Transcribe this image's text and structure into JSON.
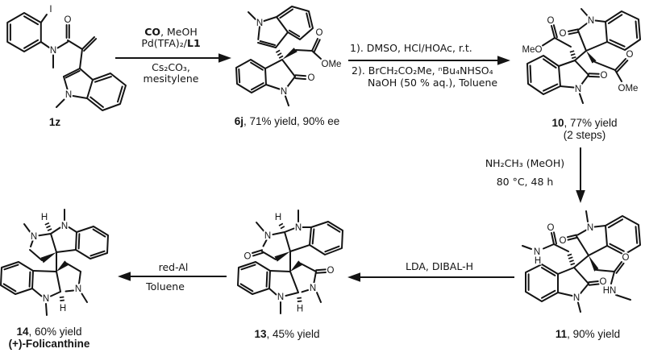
{
  "compounds": {
    "c1z": {
      "caption_id": "1z",
      "labels": {
        "iodine": "I",
        "carbonyl_o": "O",
        "amide_n": "N",
        "indole_n": "N"
      }
    },
    "c6j": {
      "caption_id": "6j",
      "caption_rest": ", 71% yield, 90% ee",
      "labels": {
        "indole_n": "N",
        "ester_carbonyl_o": "O",
        "ester_ome": "OMe",
        "lactam_o": "O",
        "lactam_n": "N"
      }
    },
    "c10": {
      "caption_id": "10",
      "caption_rest": ", 77% yield",
      "caption_note": "(2 steps)",
      "labels": {
        "left_ester_o": "O",
        "left_ester_meo": "MeO",
        "upper_lactam_o": "O",
        "upper_lactam_n": "N",
        "right_ester_o": "O",
        "right_ester_ome": "OMe",
        "lower_lactam_o": "O",
        "lower_lactam_n": "N"
      }
    },
    "c11": {
      "caption_id": "11",
      "caption_rest": ", 90% yield",
      "labels": {
        "left_amide_o": "O",
        "left_amide_n": "N",
        "left_amide_h": "H",
        "upper_lactam_o": "O",
        "upper_lactam_n": "N",
        "right_amide_o": "O",
        "right_amide_hn": "HN",
        "lower_lactam_o": "O",
        "lower_lactam_n": "N"
      }
    },
    "c13": {
      "caption_id": "13",
      "caption_rest": ", 45% yield",
      "labels": {
        "top_h": "H",
        "top_pyrrolidine_n": "N",
        "top_indoline_n": "N",
        "top_lactam_o": "O",
        "bottom_lactam_o": "O",
        "bottom_pyrrolidine_n": "N",
        "bottom_indoline_n": "N",
        "bottom_h": "H"
      }
    },
    "c14": {
      "caption_id": "14",
      "caption_rest": ", 60% yield",
      "caption_name": "(+)-Folicanthine",
      "labels": {
        "top_h": "H",
        "top_pyrrolidine_n": "N",
        "top_indoline_n": "N",
        "bottom_pyrrolidine_n": "N",
        "bottom_indoline_n": "N",
        "bottom_h": "H"
      }
    }
  },
  "steps": {
    "step1": {
      "above1_bold": "CO",
      "above1_rest": ", MeOH",
      "above2_pre": "Pd(TFA)₂/",
      "above2_bold": "L1",
      "below1": "Cs₂CO₃,",
      "below2": "mesitylene"
    },
    "step2": {
      "above": "1). DMSO, HCl/HOAc, r.t.",
      "below1": "2). BrCH₂CO₂Me, ⁿBu₄NHSO₄",
      "below2": "NaOH (50 % aq.), Toluene"
    },
    "step3": {
      "line1": "NH₂CH₃ (MeOH)",
      "line2": "80 °C, 48 h"
    },
    "step4": {
      "above": "LDA, DIBAL-H"
    },
    "step5": {
      "above": "red-Al",
      "below": "Toluene"
    }
  }
}
